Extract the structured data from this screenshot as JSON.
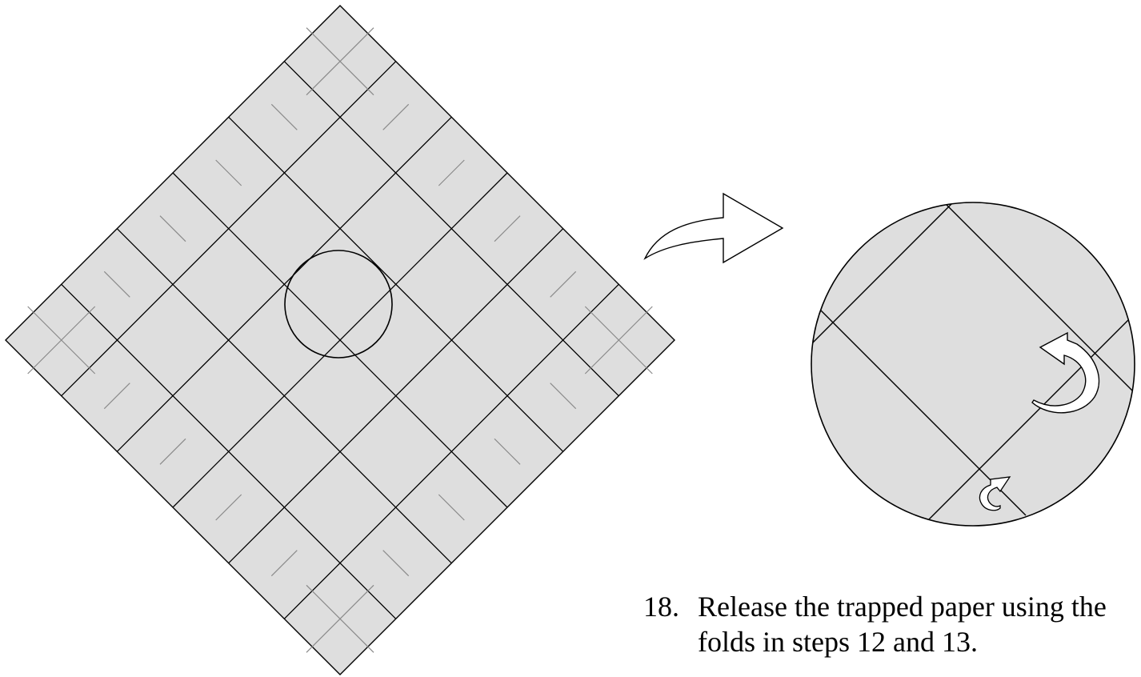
{
  "colors": {
    "paper": "#dedede",
    "fold_line": "#000000",
    "crease": "#8a8a8a",
    "arrow_fill": "#ffffff"
  },
  "icons": {
    "process_arrow": "curved-arrow-right-icon",
    "rotate_large": "curved-rotate-arrow-icon",
    "rotate_small": "curved-rotate-arrow-icon"
  },
  "grid_divisions": 6,
  "step": {
    "number": "18.",
    "text_line1": "Release the trapped paper using the",
    "text_line2": "folds in steps 12 and 13."
  }
}
